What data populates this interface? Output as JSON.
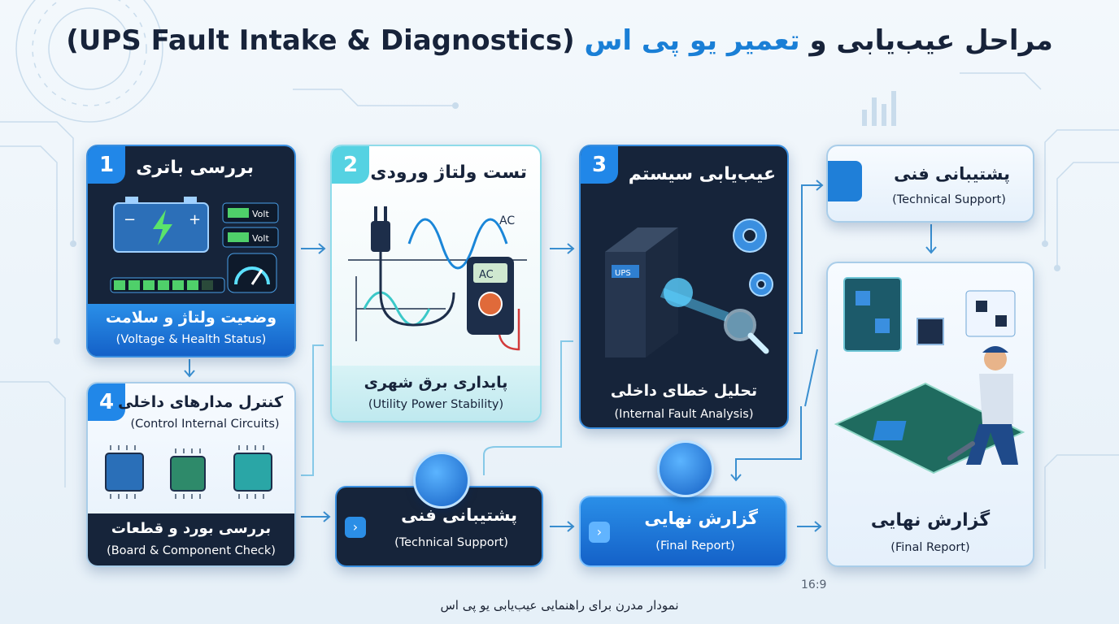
{
  "title": {
    "ltr": "(UPS Fault Intake & Diagnostics)",
    "fa_start": "مراحل عیب‌یابی و ",
    "fa_highlight": "تعمیر یو پی اس"
  },
  "steps": [
    {
      "num": "1",
      "title": "بررسی باتری",
      "fa_sub": "وضعیت ولتاژ و سلامت",
      "en_sub": "(Voltage & Health Status)",
      "volt_labels": [
        "Volt",
        "Volt"
      ]
    },
    {
      "num": "2",
      "title": "تست ولتاژ ورودی",
      "fa_sub": "پایداری برق شهری",
      "en_sub": "(Utility Power Stability)",
      "ac_label": "AC",
      "meter_label": "AC"
    },
    {
      "num": "3",
      "title": "عیب‌یابی سیستم",
      "fa_sub": "تحلیل خطای داخلی",
      "en_sub": "(Internal Fault Analysis)",
      "ups_label": "UPS"
    },
    {
      "num": "4",
      "title": "کنترل مدارهای داخلی",
      "en_title": "(Control Internal Circuits)",
      "fa_sub": "بررسی بورد و قطعات",
      "en_sub": "(Board & Component Check)"
    }
  ],
  "support_top": {
    "title": "پشتیبانی فنی",
    "en": "(Technical Support)"
  },
  "support_mid": {
    "title": "پشتیبانی فنی",
    "en": "(Technical Support)"
  },
  "report_mid": {
    "title": "گزارش نهایی",
    "en": "(Final Report)"
  },
  "report_big": {
    "title": "گزارش نهایی",
    "en": "(Final Report)"
  },
  "footer": "نمودار مدرن برای راهنمایی عیب‌یابی یو پی اس",
  "ratio": "16:9",
  "colors": {
    "accent": "#1a7fd6",
    "dark": "#16243a",
    "teal": "#55d2e2"
  }
}
